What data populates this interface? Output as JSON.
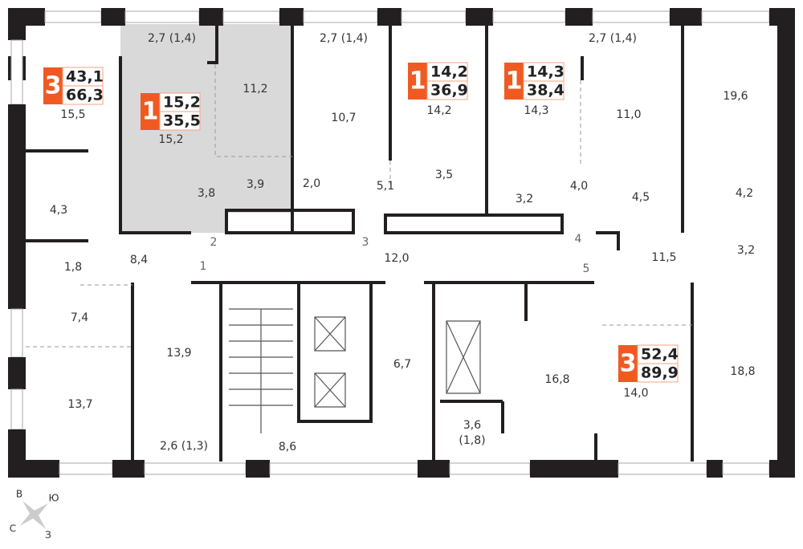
{
  "accent_color": "#f05a22",
  "highlight_color": "#d9d9d9",
  "room_labels": [
    "2,7 (1,4)",
    "11,2",
    "15,2",
    "3,8",
    "3,9",
    "2,7 (1,4)",
    "10,7",
    "2,0",
    "5,1",
    "14,2",
    "3,5",
    "2,7 (1,4)",
    "14,3",
    "11,0",
    "3,2",
    "4,0",
    "4,5",
    "19,6",
    "4,2",
    "3,2",
    "11,5",
    "15,5",
    "4,3",
    "1,8",
    "8,4",
    "7,4",
    "13,7",
    "13,9",
    "2,6 (1,3)",
    "8,6",
    "12,0",
    "6,7",
    "3,6",
    "(1,8)",
    "16,8",
    "14,0",
    "18,8"
  ],
  "stair_numbers": [
    "1",
    "2",
    "3",
    "4",
    "5"
  ],
  "apartments": [
    {
      "rooms": "3",
      "living_area": "43,1",
      "total_area": "66,3"
    },
    {
      "rooms": "1",
      "living_area": "15,2",
      "total_area": "35,5"
    },
    {
      "rooms": "1",
      "living_area": "14,2",
      "total_area": "36,9"
    },
    {
      "rooms": "1",
      "living_area": "14,3",
      "total_area": "38,4"
    },
    {
      "rooms": "3",
      "living_area": "52,4",
      "total_area": "89,9"
    }
  ],
  "compass": {
    "north": "С",
    "east": "В",
    "south": "Ю",
    "west": "З"
  }
}
